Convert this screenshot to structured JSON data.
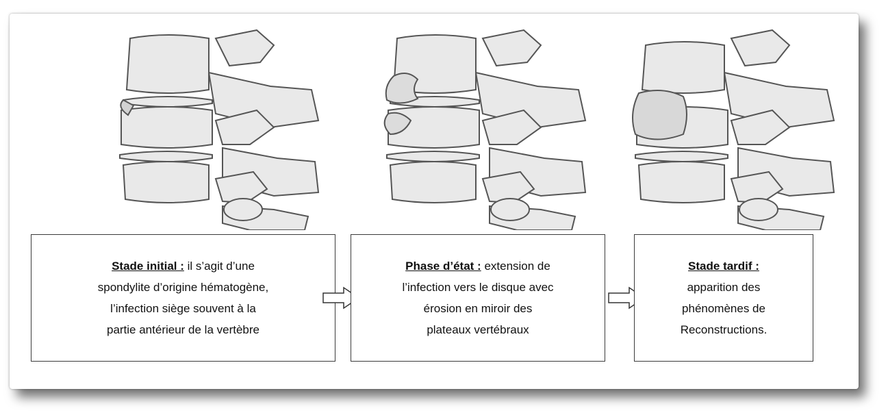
{
  "stages": [
    {
      "title": "Stade initial :",
      "lines": [
        "il s’agit d’une",
        "spondylite d’origine hématogène,",
        "l’infection siège souvent à la",
        "partie antérieur  de la vertèbre"
      ]
    },
    {
      "title": "Phase d’état :",
      "lines": [
        "extension de",
        "l’infection vers le disque avec",
        "érosion en  miroir des",
        "plateaux vertébraux"
      ]
    },
    {
      "title": "Stade tardif :",
      "lines": [
        "apparition des",
        "phénomènes de",
        "Reconstructions."
      ]
    }
  ],
  "colors": {
    "bone_fill": "#e9e9e9",
    "bone_stroke": "#555555",
    "frame_shadow": "#000000"
  }
}
